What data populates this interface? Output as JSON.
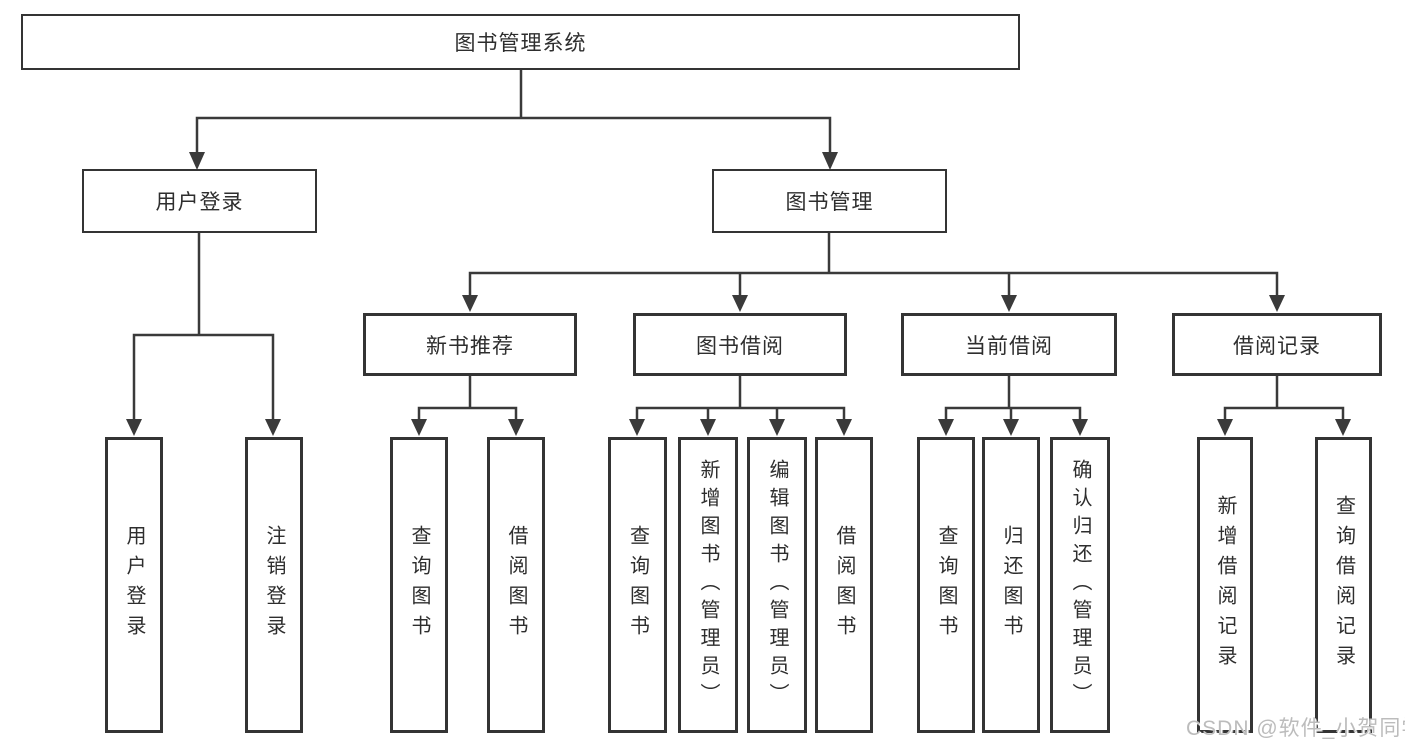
{
  "watermark": "CSDN @软件_小贺同学",
  "colors": {
    "line": "#3a3a3a",
    "box_border": "#343434",
    "text": "#2e2e2e",
    "watermark_text": "#bcbcbc",
    "background": "#ffffff"
  },
  "tree": {
    "label": "图书管理系统",
    "children": [
      {
        "label": "用户登录",
        "children": [
          {
            "label": "用户登录"
          },
          {
            "label": "注销登录"
          }
        ]
      },
      {
        "label": "图书管理",
        "children": [
          {
            "label": "新书推荐",
            "children": [
              {
                "label": "查询图书"
              },
              {
                "label": "借阅图书"
              }
            ]
          },
          {
            "label": "图书借阅",
            "children": [
              {
                "label": "查询图书"
              },
              {
                "label": "新增图书（管理员）"
              },
              {
                "label": "编辑图书（管理员）"
              },
              {
                "label": "借阅图书"
              }
            ]
          },
          {
            "label": "当前借阅",
            "children": [
              {
                "label": "查询图书"
              },
              {
                "label": "归还图书"
              },
              {
                "label": "确认归还（管理员）"
              }
            ]
          },
          {
            "label": "借阅记录",
            "children": [
              {
                "label": "新增借阅记录"
              },
              {
                "label": "查询借阅记录"
              }
            ]
          }
        ]
      }
    ]
  }
}
